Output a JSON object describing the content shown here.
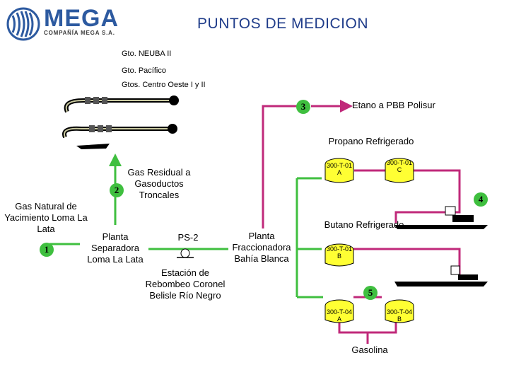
{
  "header": {
    "title": "PUNTOS  DE  MEDICION",
    "brand_name": "MEGA",
    "brand_sub": "COMPAÑÍA MEGA S.A."
  },
  "pipelines": {
    "neuba": "Gto. NEUBA II",
    "pacifico": "Gto. Pacífico",
    "centro_oeste": "Gtos. Centro Oeste I y II"
  },
  "points": {
    "p1": "1",
    "p2": "2",
    "p3": "3",
    "p4": "4",
    "p5": "5"
  },
  "labels": {
    "gas_natural": "Gas Natural de Yacimiento Loma La Lata",
    "gas_residual": "Gas Residual a Gasoductos Troncales",
    "planta_separadora": "Planta Separadora Loma La Lata",
    "ps2": "PS-2",
    "estacion": "Estación de Rebombeo Coronel Belisle Río Negro",
    "planta_fraccionadora": "Planta Fraccionadora Bahía Blanca",
    "etano": "Etano a PBB Polisur",
    "propano": "Propano Refrigerado",
    "butano": "Butano Refrigerado",
    "gasolina": "Gasolina"
  },
  "tanks": {
    "t01a": "300-T-01 A",
    "t01c": "300-T-01 C",
    "t01b": "300-T-01 B",
    "t04a": "300-T-04 A",
    "t04b": "300-T-04 B"
  },
  "colors": {
    "pipe": "#c0297a",
    "green": "#3fbf3f",
    "tank_fill": "#ffff33",
    "brand": "#2d5aa0",
    "title": "#1f3c8a"
  }
}
